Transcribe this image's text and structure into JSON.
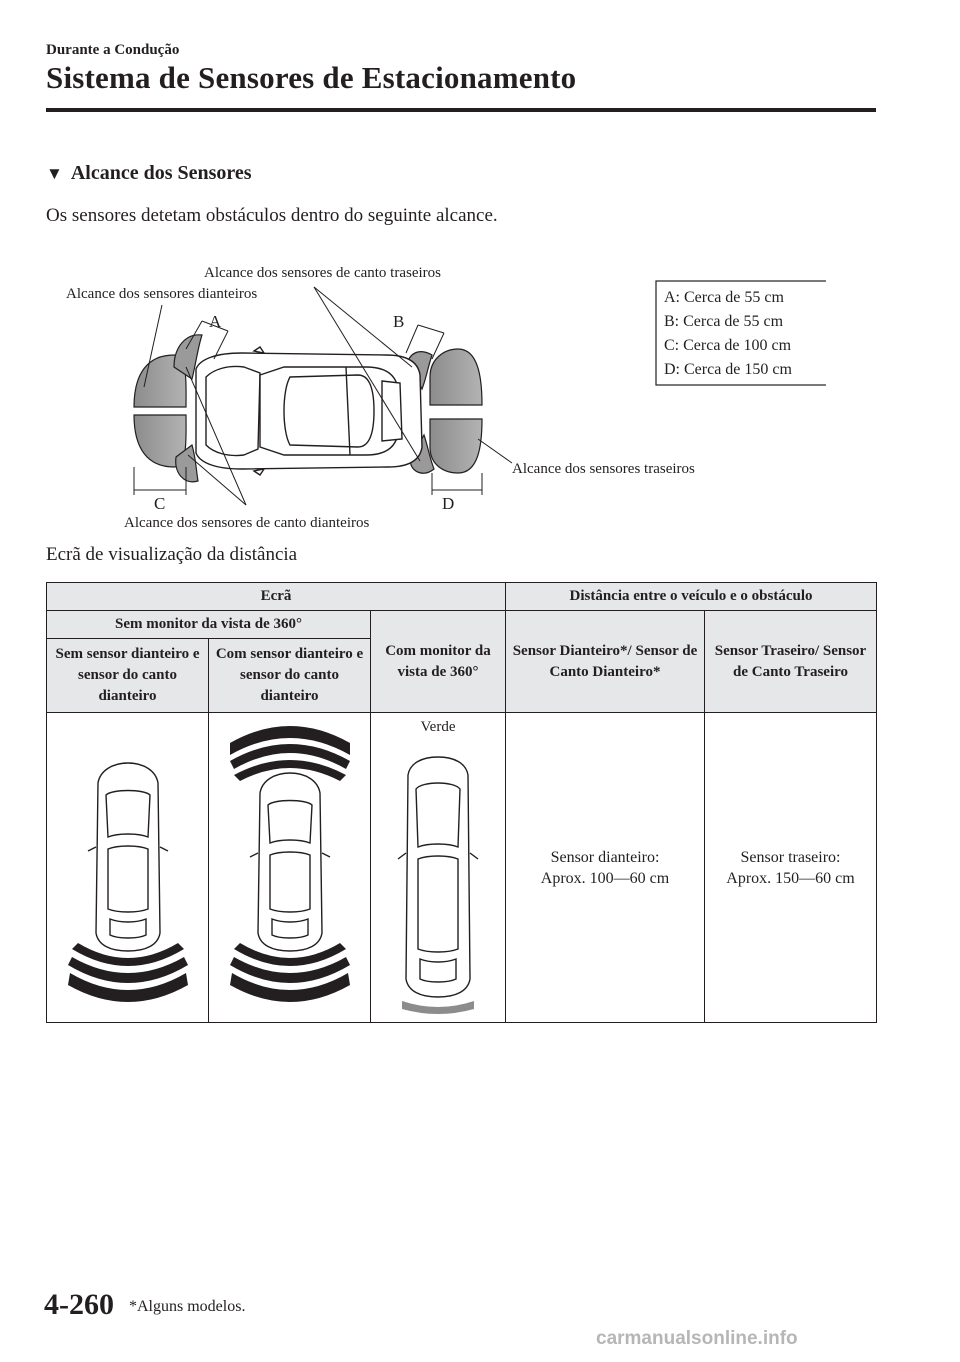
{
  "header": {
    "section": "Durante a Condução",
    "chapter_title": "Sistema de Sensores de Estacionamento"
  },
  "subsection": {
    "marker": "▼",
    "title": "Alcance dos Sensores"
  },
  "intro_text": "Os sensores detetam obstáculos dentro do seguinte alcance.",
  "diagram": {
    "labels": {
      "front_range": "Alcance dos sensores dianteiros",
      "rear_corner_range": "Alcance dos sensores de canto traseiros",
      "front_corner_range": "Alcance dos sensores de canto dianteiros",
      "rear_range": "Alcance dos sensores traseiros"
    },
    "letters": {
      "a": "A",
      "b": "B",
      "c": "C",
      "d": "D"
    },
    "legend": [
      "A: Cerca de 55 cm",
      "B: Cerca de 55 cm",
      "C: Cerca de 100 cm",
      "D: Cerca de 150 cm"
    ]
  },
  "display_caption": "Ecrã de visualização da distância",
  "table": {
    "header_screen": "Ecrã",
    "header_distance": "Distância entre o veículo e o obstáculo",
    "no_360_monitor": "Sem monitor da vista de 360°",
    "with_360_monitor": "Com monitor da vista de 360°",
    "front_corner_sensor": "Sensor Dianteiro*/ Sensor de Canto Dianteiro*",
    "rear_corner_sensor": "Sensor Traseiro/ Sensor de Canto Traseiro",
    "no_front_sensor": "Sem sensor dianteiro e sensor do canto dianteiro",
    "with_front_sensor": "Com sensor dianteiro e sensor do canto dianteiro",
    "color_label": "Verde",
    "front_distance": {
      "line1": "Sensor dianteiro:",
      "line2": "Aprox. 100—60 cm"
    },
    "rear_distance": {
      "line1": "Sensor traseiro:",
      "line2": "Aprox. 150—60 cm"
    }
  },
  "footer": {
    "page_number": "4-260",
    "footnote": "*Alguns modelos.",
    "watermark": "carmanualsonline.info"
  }
}
